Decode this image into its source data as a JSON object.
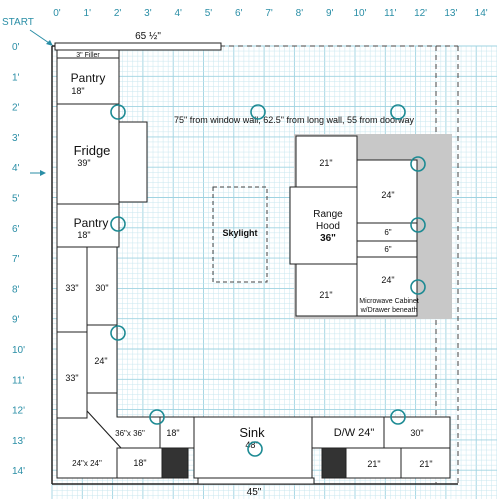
{
  "axis": {
    "start_label": "START",
    "x_ticks": [
      "0'",
      "1'",
      "2'",
      "3'",
      "4'",
      "5'",
      "6'",
      "7'",
      "8'",
      "9'",
      "10'",
      "11'",
      "12'",
      "13'",
      "14'"
    ],
    "y_ticks": [
      "0'",
      "1'",
      "2'",
      "3'",
      "4'",
      "5'",
      "6'",
      "7'",
      "8'",
      "9'",
      "10'",
      "11'",
      "12'",
      "13'",
      "14'"
    ]
  },
  "dimensions": {
    "top_wall": "65 ½\"",
    "bottom_wall": "45\""
  },
  "note": "75\" from window wall, 62.5\" from long wall, 55 from doorway",
  "labels": {
    "filler": "3\" Filler",
    "pantry_top_name": "Pantry",
    "pantry_top_size": "18\"",
    "fridge_name": "Fridge",
    "fridge_size": "39\"",
    "pantry_mid_name": "Pantry",
    "pantry_mid_size": "18\"",
    "left_33a": "33\"",
    "left_30": "30\"",
    "left_24": "24\"",
    "left_33b": "33\"",
    "corner_top": "36\"x 36\"",
    "corner_bottom": "24\"x 24\"",
    "bottom_18a": "18\"",
    "bottom_18b": "18\"",
    "sink_name": "Sink",
    "sink_size": "48\"",
    "dw": "D/W 24\"",
    "right_30": "30\"",
    "right_21a": "21\"",
    "right_21b": "21\"",
    "skylight": "Skylight",
    "island_21_top": "21\"",
    "range_hood_1": "Range",
    "range_hood_2": "Hood",
    "range_hood_3": "36\"",
    "island_21_bottom": "21\"",
    "island_24_top": "24\"",
    "island_6a": "6\"",
    "island_6b": "6\"",
    "island_24_bottom": "24\"",
    "microwave_1": "Microwave Cabinet",
    "microwave_2": "w/Drawer beneath"
  },
  "colors": {
    "grid_minor": "#c9e7ef",
    "grid_major": "#9fd3e1",
    "axis_text": "#2a8ea6",
    "marker": "#1c8a93",
    "shade": "#c8c8c8",
    "dark_fill": "#333333"
  }
}
